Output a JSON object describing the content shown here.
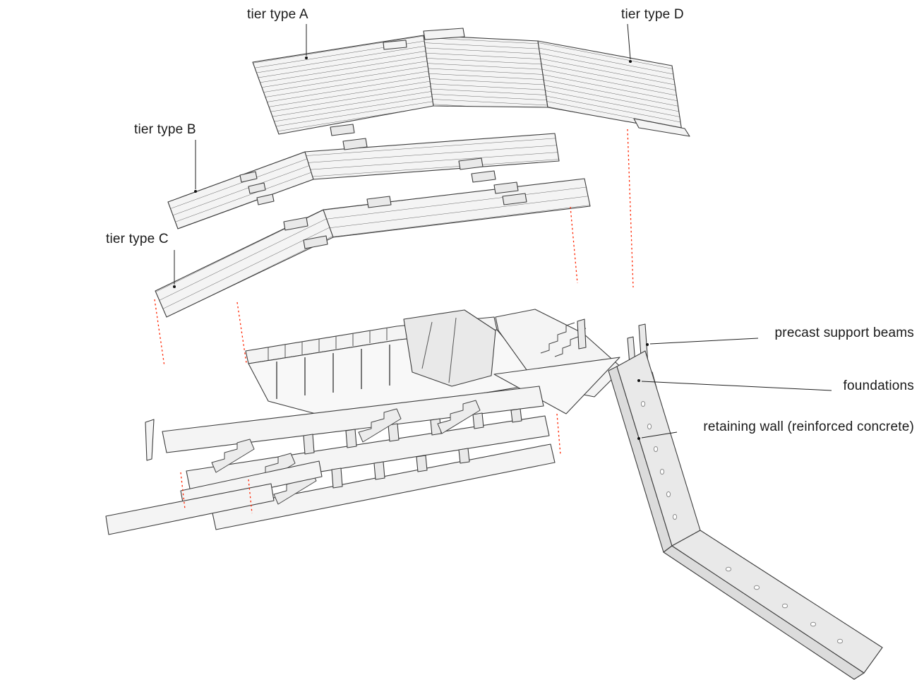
{
  "diagram": {
    "labels": {
      "tier_a": "tier type A",
      "tier_b": "tier type B",
      "tier_c": "tier type C",
      "tier_d": "tier type D",
      "support_beams": "precast support beams",
      "foundations": "foundations",
      "retaining_wall": "retaining wall (reinforced concrete)"
    },
    "colors": {
      "background": "#ffffff",
      "text": "#1a1a1a",
      "line": "#3c3c3c",
      "fill_light": "#f4f4f4",
      "fill_mid": "#e9e9e9",
      "fill_dark": "#dcdcdc",
      "projection": "#ff2400"
    }
  }
}
